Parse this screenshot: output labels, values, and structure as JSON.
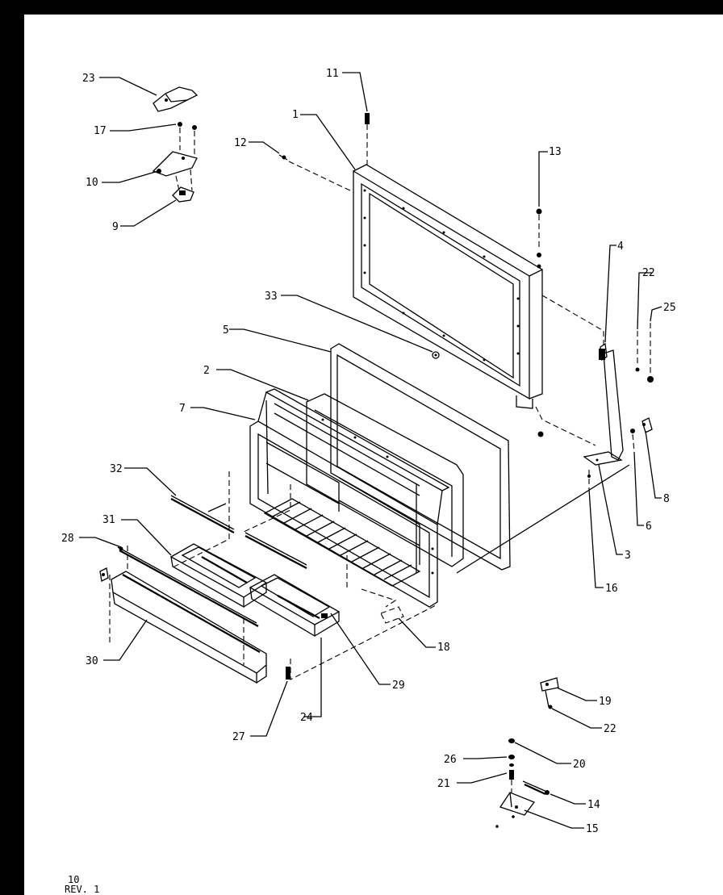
{
  "diagram": {
    "callouts": [
      {
        "id": "23",
        "label": "23"
      },
      {
        "id": "17",
        "label": "17"
      },
      {
        "id": "10",
        "label": "10"
      },
      {
        "id": "9",
        "label": "9"
      },
      {
        "id": "11",
        "label": "11"
      },
      {
        "id": "1",
        "label": "1"
      },
      {
        "id": "12",
        "label": "12"
      },
      {
        "id": "13",
        "label": "13"
      },
      {
        "id": "4",
        "label": "4"
      },
      {
        "id": "22a",
        "label": "22"
      },
      {
        "id": "25",
        "label": "25"
      },
      {
        "id": "33",
        "label": "33"
      },
      {
        "id": "5",
        "label": "5"
      },
      {
        "id": "2",
        "label": "2"
      },
      {
        "id": "7",
        "label": "7"
      },
      {
        "id": "32",
        "label": "32"
      },
      {
        "id": "31",
        "label": "31"
      },
      {
        "id": "28",
        "label": "28"
      },
      {
        "id": "30",
        "label": "30"
      },
      {
        "id": "8",
        "label": "8"
      },
      {
        "id": "6",
        "label": "6"
      },
      {
        "id": "3",
        "label": "3"
      },
      {
        "id": "16",
        "label": "16"
      },
      {
        "id": "18",
        "label": "18"
      },
      {
        "id": "29",
        "label": "29"
      },
      {
        "id": "24",
        "label": "24"
      },
      {
        "id": "27",
        "label": "27"
      },
      {
        "id": "19",
        "label": "19"
      },
      {
        "id": "22b",
        "label": "22"
      },
      {
        "id": "20",
        "label": "20"
      },
      {
        "id": "26",
        "label": "26"
      },
      {
        "id": "21",
        "label": "21"
      },
      {
        "id": "14",
        "label": "14"
      },
      {
        "id": "15",
        "label": "15"
      }
    ],
    "footer": {
      "page": "10",
      "revision": "REV. 1"
    }
  }
}
